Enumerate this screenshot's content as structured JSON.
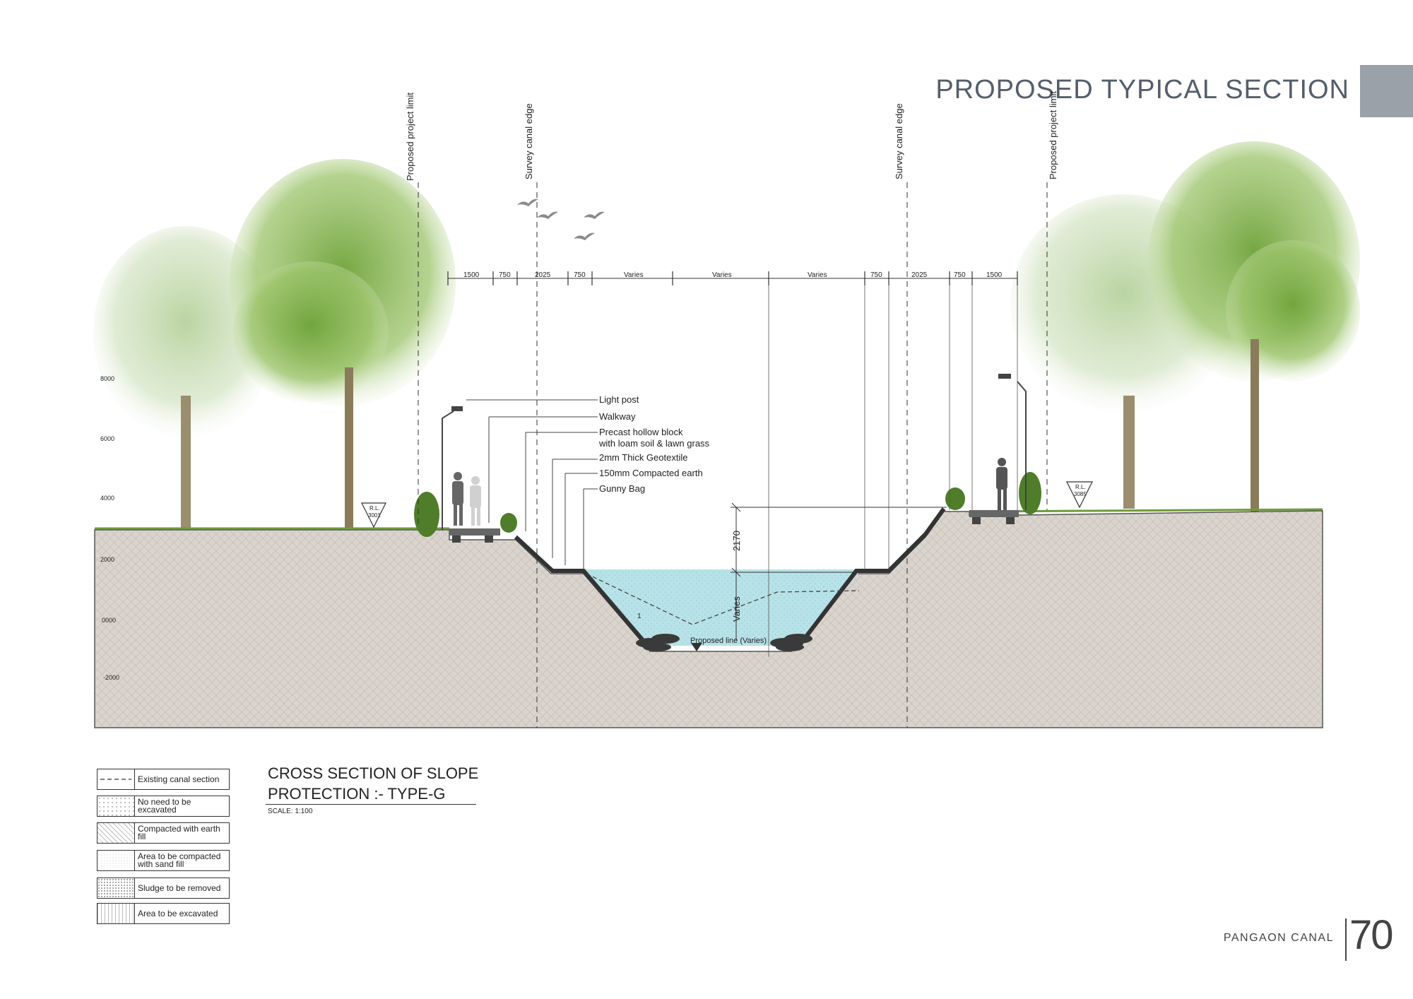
{
  "header": {
    "title": "PROPOSED  TYPICAL SECTION"
  },
  "section": {
    "title_line1": "CROSS SECTION  OF SLOPE",
    "title_line2": "PROTECTION :-  TYPE-G",
    "scale": "SCALE: 1:100"
  },
  "reference_lines": [
    {
      "label": "Proposed project limit"
    },
    {
      "label": "Survey canal edge"
    },
    {
      "label": "Survey canal edge"
    },
    {
      "label": "Proposed project limit"
    }
  ],
  "dimensions": [
    "1500",
    "750",
    "2025",
    "750",
    "Varies",
    "Varies",
    "Varies",
    "750",
    "2025",
    "750",
    "1500"
  ],
  "elevations": [
    "8000",
    "6000",
    "4000",
    "2000",
    "0000",
    "-2000"
  ],
  "callouts": [
    "Light post",
    "Walkway",
    "Precast hollow block",
    "with loam soil & lawn grass",
    "2mm Thick Geotextile",
    "150mm Compacted earth",
    "Gunny Bag"
  ],
  "rl_markers": [
    {
      "prefix": "R.L.",
      "value": "3001"
    },
    {
      "prefix": "R.L.",
      "value": "3085"
    }
  ],
  "water": {
    "depth_label": "2170",
    "varies_label": "Varies",
    "slope_label": "1",
    "proposed_line": "Proposed line (Varies)"
  },
  "legend": [
    {
      "label": "Existing canal section",
      "pattern": "dashed-line"
    },
    {
      "label": "No need to be excavated",
      "pattern": "sparse-dots"
    },
    {
      "label": "Compacted with earth fill",
      "pattern": "diagonal-hatch"
    },
    {
      "label": "Area to be compacted with sand fill",
      "pattern": "fine-dots"
    },
    {
      "label": "Sludge to be removed",
      "pattern": "dense-dots"
    },
    {
      "label": "Area to be excavated",
      "pattern": "vertical-hatch"
    }
  ],
  "footer": {
    "project": "PANGAON CANAL",
    "page": "70"
  },
  "colors": {
    "ground": "#d9d3cd",
    "water": "#a9d9e0",
    "tree": "#7fb04a",
    "title": "#555e6b"
  }
}
